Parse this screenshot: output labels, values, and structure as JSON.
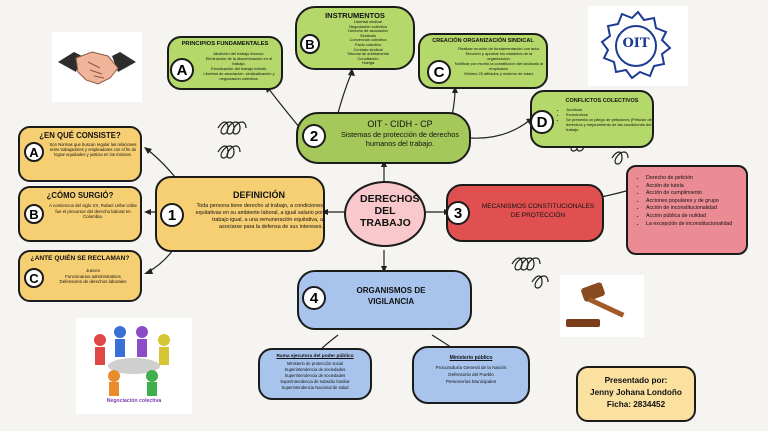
{
  "center": {
    "title": "DERECHOS DEL TRABAJO"
  },
  "instrumentos": {
    "badge": "B",
    "title": "INSTRUMENTOS",
    "items": [
      "Libertad sindical",
      "Negociación colectiva",
      "Derecho de asociación",
      "Sindicato",
      "Convención colectiva",
      "Pacto colectivo",
      "Contrato sindical",
      "Tribunal de arbitramento",
      "Conciliación",
      "Huelga"
    ]
  },
  "principios": {
    "badge": "A",
    "title": "PRINCIPIOS FUNDAMENTALES",
    "items": [
      "Abolición del trabajo forzoso.",
      "Eliminación de la discriminación en el trabajo.",
      "Erradicación del trabajo infantil.",
      "Libertad de asociación, sindicalización y negociación colectiva."
    ]
  },
  "creacion": {
    "badge": "C",
    "title": "CREACIÓN ORGANIZACIÓN SINDICAL",
    "items": [
      "Realizar reunión de fundamentación con acta.",
      "Elección y aprobar los estatutos de la organización.",
      "Notificar por escrito la constitución del sindicato al empleador.",
      "Mínimo 25 afiliados y máximo de edad."
    ]
  },
  "oit": {
    "badge": "2",
    "title": "OIT - CIDH - CP",
    "subtitle": "Sistemas de protección de derechos humanos del trabajo."
  },
  "conflictos": {
    "badge": "D",
    "title": "CONFLICTOS COLECTIVOS",
    "items": [
      "Jurídicos",
      "Económicos",
      "Se presenta un pliego de peticiones (Petición de derechos y mejoramiento de las condiciones del trabajo."
    ]
  },
  "consiste": {
    "badge": "A",
    "title": "¿EN QUÉ CONSISTE?",
    "text": "Son Normas que buscan regular las relaciones entre trabajadores y empleadores con el fin de lograr equidades y justicia en los mismos."
  },
  "surgio": {
    "badge": "B",
    "title": "¿CÓMO SURGIÓ?",
    "text": "A comienzos del siglo XX, Rafael Uribe Uribe fue el precursor del derecho laboral en Colombia."
  },
  "reclaman": {
    "badge": "C",
    "title": "¿ANTE QUIÉN SE RECLAMAN?",
    "items": [
      "Jueces",
      "Funcionarios administrativos",
      "Defensores de derechos laborales"
    ]
  },
  "definicion": {
    "badge": "1",
    "title": "DEFINICIÓN",
    "text": "Toda persona tiene derecho al trabajo, a condiciones equitativas en su ambiente laboral, a igual salario por trabajo igual, a una remuneración equitativa, a asociarse para la defensa de sus intereses."
  },
  "mecanismos": {
    "badge": "3",
    "title": "MECANISMOS CONSTITUCIONALES DE PROTECCIÓN"
  },
  "acciones": {
    "items": [
      "Derecho de petición",
      "Acción de tutela",
      "Acción de cumplimiento",
      "Acciones populares y de grupo",
      "Acción de inconstitucionalidad",
      "Acción pública de nulidad",
      "La excepción de inconstitucionalidad"
    ]
  },
  "organismos": {
    "badge": "4",
    "title": "ORGANISMOS DE VIGILANCIA"
  },
  "rama": {
    "title": "Rama ejecutora del poder público",
    "items": [
      "Ministerio de protección social",
      "Superintendencia de sociedades",
      "Superintendencia de sociedades",
      "Superintendencia de subsidio familiar",
      "Superintendencia Nacional de salud"
    ]
  },
  "ministerio": {
    "title": "Ministerio público",
    "items": [
      "Procuraduría General de la Nación",
      "Defensoría del Pueblo",
      "Personerías Municipales"
    ]
  },
  "logo": {
    "text": "OIT"
  },
  "negociacion_caption": "Negociación colectiva",
  "author": {
    "line1": "Presentado por:",
    "line2": "Jenny Johana Londoño",
    "line3": "Ficha: 2834452"
  },
  "colors": {
    "green": "#b4d86a",
    "yellow": "#f7cf73",
    "blue": "#a8c4ec",
    "red": "#e05050",
    "pink": "#eb8c94"
  }
}
